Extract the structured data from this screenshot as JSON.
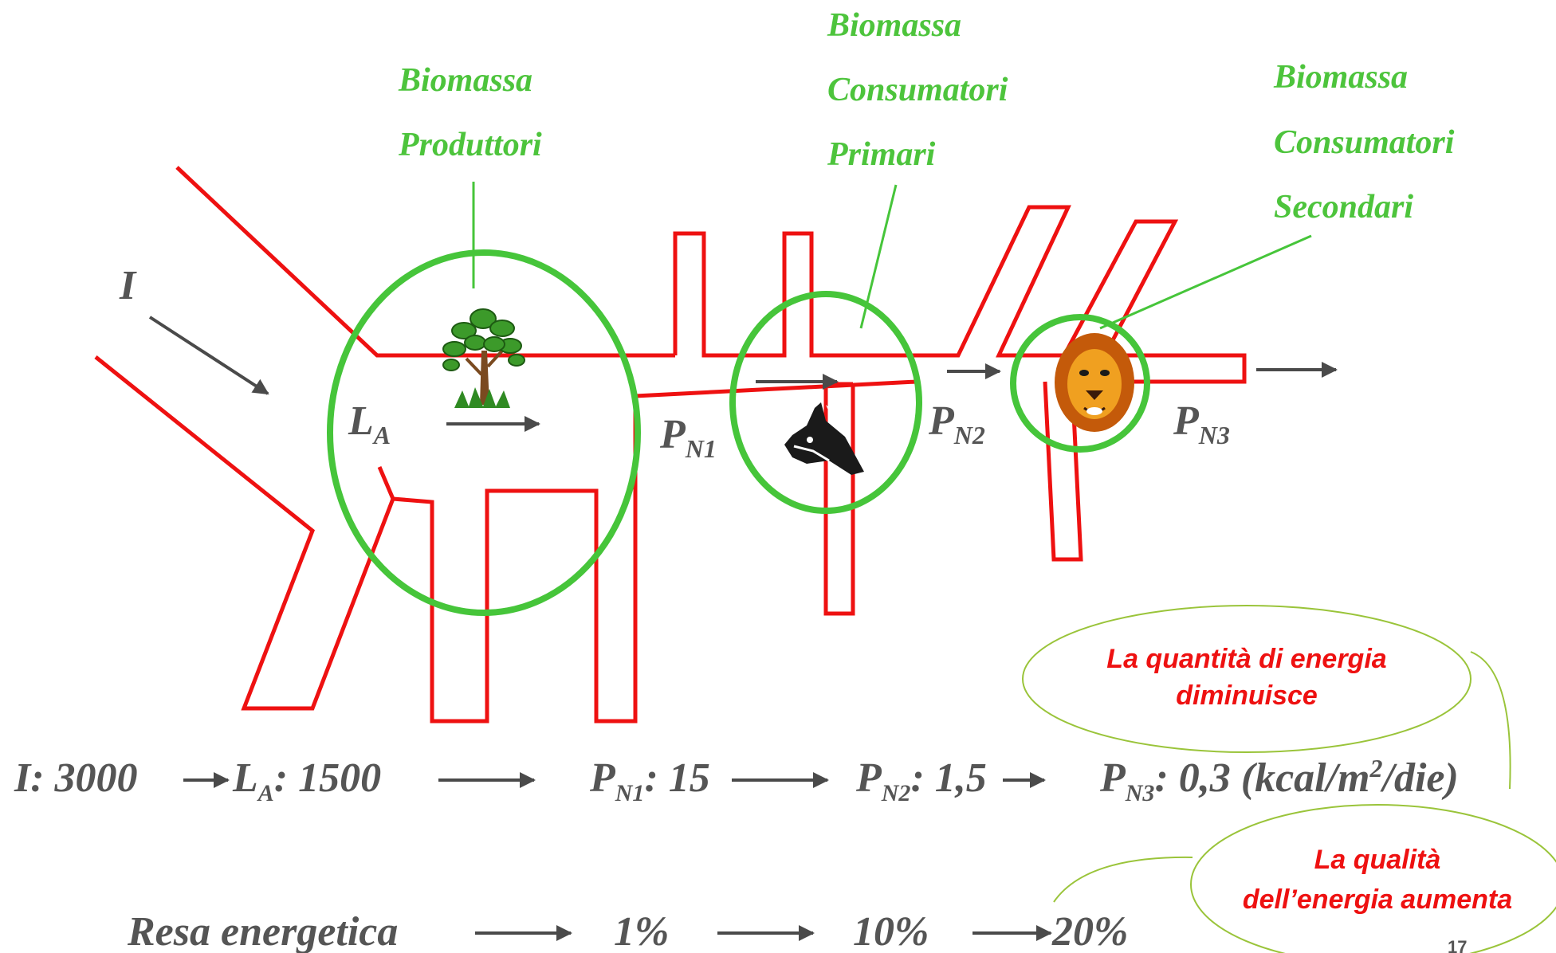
{
  "labels": {
    "producers": [
      "Biomassa",
      "Produttori"
    ],
    "primary": [
      "Biomassa",
      "Consumatori",
      "Primari"
    ],
    "secondary": [
      "Biomassa",
      "Consumatori",
      "Secondari"
    ],
    "input": "I",
    "la": {
      "main": "L",
      "sub": "A"
    },
    "pn1": {
      "main": "P",
      "sub": "N1"
    },
    "pn2": {
      "main": "P",
      "sub": "N2"
    },
    "pn3": {
      "main": "P",
      "sub": "N3"
    }
  },
  "flow": {
    "i": "I: 3000",
    "la_main": "L",
    "la_sub": "A",
    "la_val": ": 1500",
    "pn1_main": "P",
    "pn1_sub": "N1",
    "pn1_val": ": 15",
    "pn2_main": "P",
    "pn2_sub": "N2",
    "pn2_val": ": 1,5",
    "pn3_main": "P",
    "pn3_sub": "N3",
    "pn3_val": ": 0,3  (kcal/m",
    "unit_sup": "2",
    "unit_end": "/die)"
  },
  "yield": {
    "label": "Resa energetica",
    "v1": "1%",
    "v2": "10%",
    "v3": "20%"
  },
  "bubbles": {
    "quantity": [
      "La quantità di energia",
      "diminuisce"
    ],
    "quality": [
      "La qualità",
      "dell’energia aumenta"
    ]
  },
  "page_number": "17",
  "colors": {
    "pipe": "#ee1111",
    "ring": "#46c53a",
    "label": "#4dc43c",
    "text": "#555555",
    "bubble_text": "#ee1111"
  }
}
